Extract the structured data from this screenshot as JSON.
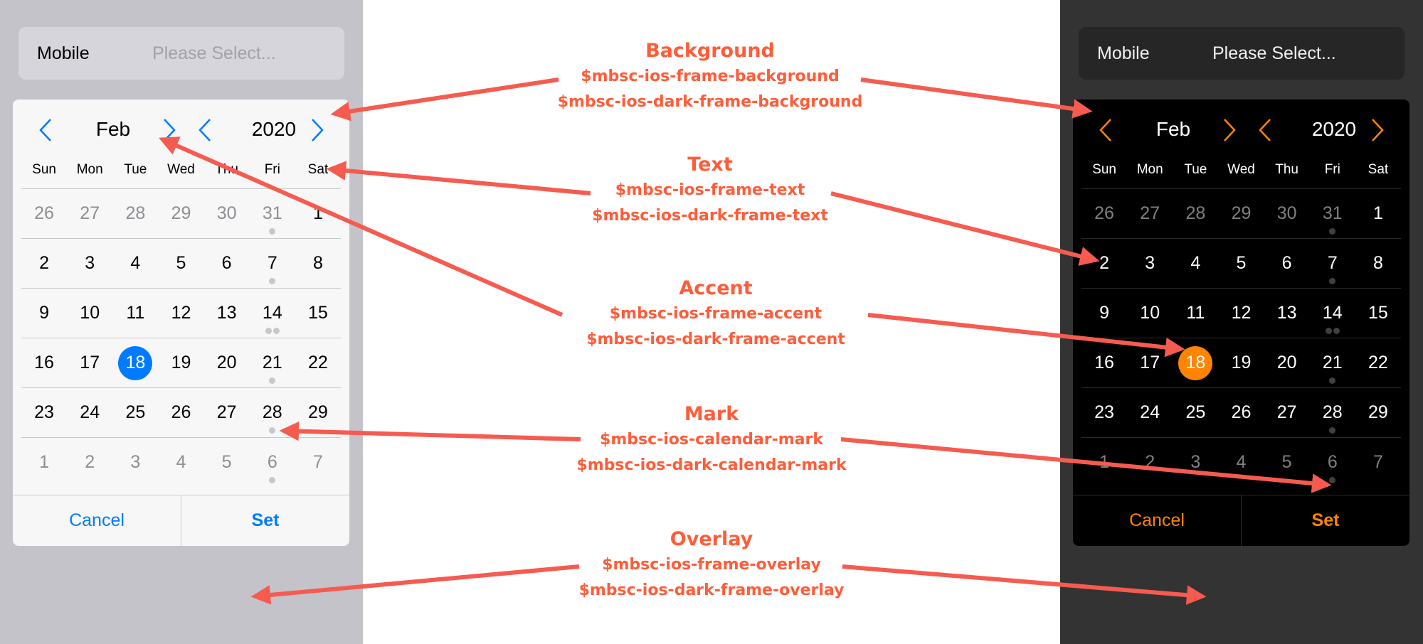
{
  "colors": {
    "light_accent": "#007aff",
    "dark_accent": "#ff8400",
    "annotation": "#ff5c39",
    "arrow": "#f65b50"
  },
  "light": {
    "field": {
      "label": "Mobile",
      "placeholder": "Please Select..."
    },
    "month": "Feb",
    "year": "2020",
    "buttons": {
      "cancel": "Cancel",
      "set": "Set"
    }
  },
  "dark": {
    "field": {
      "label": "Mobile",
      "placeholder": "Please Select..."
    },
    "month": "Feb",
    "year": "2020",
    "buttons": {
      "cancel": "Cancel",
      "set": "Set"
    }
  },
  "calendar": {
    "weekdays": [
      "Sun",
      "Mon",
      "Tue",
      "Wed",
      "Thu",
      "Fri",
      "Sat"
    ],
    "selected_day": "18",
    "weeks": [
      [
        {
          "d": "26",
          "o": true,
          "m": 0
        },
        {
          "d": "27",
          "o": true,
          "m": 0
        },
        {
          "d": "28",
          "o": true,
          "m": 0
        },
        {
          "d": "29",
          "o": true,
          "m": 0
        },
        {
          "d": "30",
          "o": true,
          "m": 0
        },
        {
          "d": "31",
          "o": true,
          "m": 1
        },
        {
          "d": "1",
          "o": false,
          "m": 0
        }
      ],
      [
        {
          "d": "2",
          "o": false,
          "m": 0
        },
        {
          "d": "3",
          "o": false,
          "m": 0
        },
        {
          "d": "4",
          "o": false,
          "m": 0
        },
        {
          "d": "5",
          "o": false,
          "m": 0
        },
        {
          "d": "6",
          "o": false,
          "m": 0
        },
        {
          "d": "7",
          "o": false,
          "m": 1
        },
        {
          "d": "8",
          "o": false,
          "m": 0
        }
      ],
      [
        {
          "d": "9",
          "o": false,
          "m": 0
        },
        {
          "d": "10",
          "o": false,
          "m": 0
        },
        {
          "d": "11",
          "o": false,
          "m": 0
        },
        {
          "d": "12",
          "o": false,
          "m": 0
        },
        {
          "d": "13",
          "o": false,
          "m": 0
        },
        {
          "d": "14",
          "o": false,
          "m": 2
        },
        {
          "d": "15",
          "o": false,
          "m": 0
        }
      ],
      [
        {
          "d": "16",
          "o": false,
          "m": 0
        },
        {
          "d": "17",
          "o": false,
          "m": 0
        },
        {
          "d": "18",
          "o": false,
          "m": 0
        },
        {
          "d": "19",
          "o": false,
          "m": 0
        },
        {
          "d": "20",
          "o": false,
          "m": 0
        },
        {
          "d": "21",
          "o": false,
          "m": 1
        },
        {
          "d": "22",
          "o": false,
          "m": 0
        }
      ],
      [
        {
          "d": "23",
          "o": false,
          "m": 0
        },
        {
          "d": "24",
          "o": false,
          "m": 0
        },
        {
          "d": "25",
          "o": false,
          "m": 0
        },
        {
          "d": "26",
          "o": false,
          "m": 0
        },
        {
          "d": "27",
          "o": false,
          "m": 0
        },
        {
          "d": "28",
          "o": false,
          "m": 1
        },
        {
          "d": "29",
          "o": false,
          "m": 0
        }
      ],
      [
        {
          "d": "1",
          "o": true,
          "m": 0
        },
        {
          "d": "2",
          "o": true,
          "m": 0
        },
        {
          "d": "3",
          "o": true,
          "m": 0
        },
        {
          "d": "4",
          "o": true,
          "m": 0
        },
        {
          "d": "5",
          "o": true,
          "m": 0
        },
        {
          "d": "6",
          "o": true,
          "m": 1
        },
        {
          "d": "7",
          "o": true,
          "m": 0
        }
      ]
    ]
  },
  "annotations": [
    {
      "title": "Background",
      "lines": [
        "$mbsc-ios-frame-background",
        "$mbsc-ios-dark-frame-background"
      ]
    },
    {
      "title": "Text",
      "lines": [
        "$mbsc-ios-frame-text",
        "$mbsc-ios-dark-frame-text"
      ]
    },
    {
      "title": "Accent",
      "lines": [
        "$mbsc-ios-frame-accent",
        "$mbsc-ios-dark-frame-accent"
      ]
    },
    {
      "title": "Mark",
      "lines": [
        "$mbsc-ios-calendar-mark",
        "$mbsc-ios-dark-calendar-mark"
      ]
    },
    {
      "title": "Overlay",
      "lines": [
        "$mbsc-ios-frame-overlay",
        "$mbsc-ios-dark-frame-overlay"
      ]
    }
  ]
}
